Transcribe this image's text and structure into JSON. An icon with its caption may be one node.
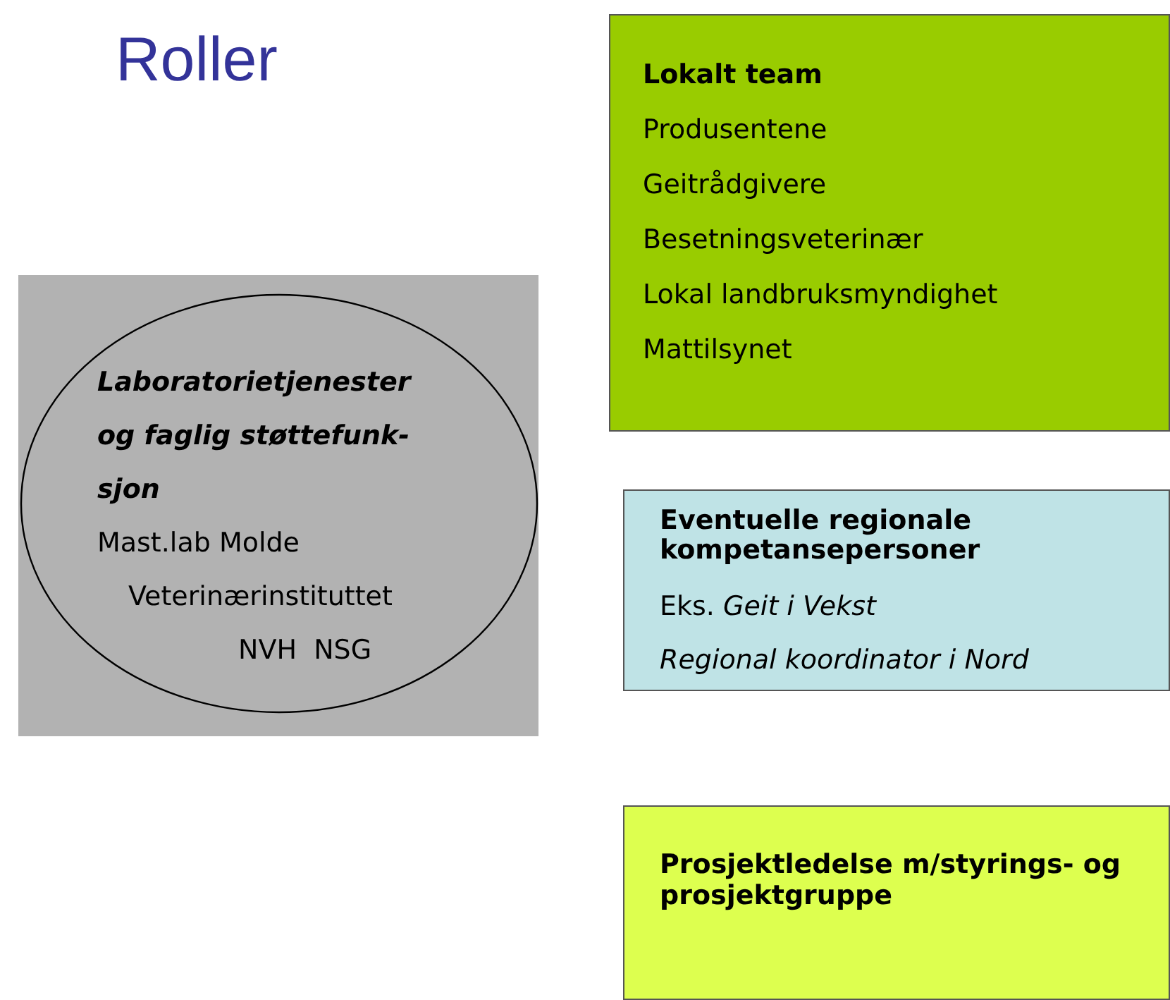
{
  "diagram": {
    "title": "Roller",
    "nodes": [
      {
        "text": [],
        "shape": "box"
      },
      {
        "text": [
          "Laboratorietjenester og faglig støttefunk-sjon",
          "Mast.lab Molde",
          "Veterinærinstituttet",
          "NVH  NSG"
        ],
        "in": 0
      },
      {
        "text": [
          "Lokalt team",
          "Produsentene",
          "Geitrådgivere",
          "Besetningsveterinær",
          "Lokal landbruksmyndighet",
          "Mattilsynet"
        ]
      },
      {
        "text": [
          "Eventuelle regionale kompetansepersoner",
          "Eks. *Geit i Vekst*",
          "Regional koordinator i Nord"
        ]
      },
      {
        "text": [
          "Prosjektledelse m/styrings- og prosjektgruppe"
        ]
      }
    ]
  }
}
